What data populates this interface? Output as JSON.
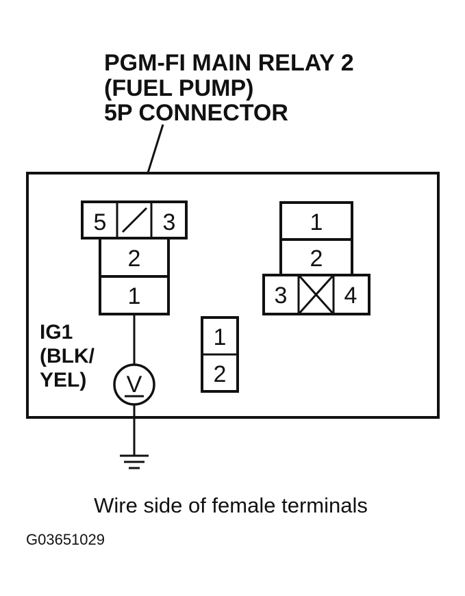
{
  "callout": {
    "line1": "PGM-FI MAIN RELAY 2",
    "line2": "(FUEL PUMP)",
    "line3": "5P CONNECTOR"
  },
  "connector_5p": {
    "terminal_5": "5",
    "terminal_3": "3",
    "terminal_2": "2",
    "terminal_1": "1"
  },
  "connector_4p": {
    "terminal_1": "1",
    "terminal_2": "2",
    "terminal_3": "3",
    "terminal_4": "4"
  },
  "connector_2p": {
    "terminal_1": "1",
    "terminal_2": "2"
  },
  "wire_label": {
    "line1": "IG1",
    "line2": "(BLK/",
    "line3": "YEL)"
  },
  "voltmeter_symbol": "V",
  "caption": "Wire side of female terminals",
  "figure_code": "G03651029"
}
